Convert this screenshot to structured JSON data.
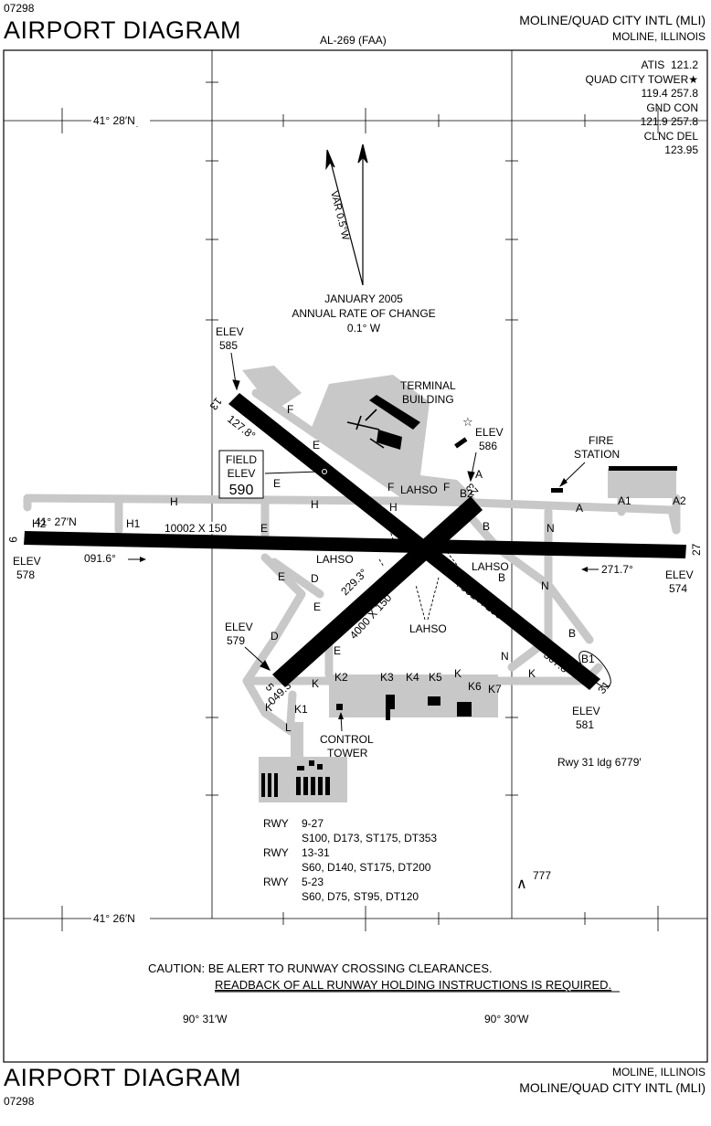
{
  "header": {
    "volume_id": "07298",
    "title": "AIRPORT DIAGRAM",
    "procedure_id": "AL-269 (FAA)",
    "airport_name": "MOLINE/QUAD CITY INTL",
    "airport_code": "(MLI)",
    "city_state": "MOLINE, ILLINOIS"
  },
  "frequencies": {
    "atis_label": "ATIS",
    "atis_freq": "121.2",
    "tower_label": "QUAD CITY TOWER",
    "tower_freq": "119.4  257.8",
    "gnd_label": "GND CON",
    "gnd_freq": "121.9  257.8",
    "clnc_label": "CLNC DEL",
    "clnc_freq": "123.95"
  },
  "grid": {
    "lat_top": "41° 28′N",
    "lat_mid": "41° 27′N",
    "lat_bottom": "41° 26′N",
    "lon_left": "90° 31′W",
    "lon_right": "90° 30′W"
  },
  "magnetic": {
    "variation": "VAR 0.5°W",
    "epoch": "JANUARY 2005",
    "annual_rate_label": "ANNUAL RATE OF CHANGE",
    "annual_rate": "0.1°  W"
  },
  "field_elev": {
    "label1": "FIELD",
    "label2": "ELEV",
    "value": "590"
  },
  "runways": {
    "r9_label": "9",
    "r27_label": "27",
    "r13_label": "13",
    "r31_label": "31",
    "r5_label": "5",
    "r23_label": "23",
    "r9_27_dims": "10002 X 150",
    "r13_31_dims": "7001 X 150",
    "r5_23_dims": "4000 X 150",
    "hdg_9": "091.6°",
    "hdg_27": "271.7°",
    "hdg_5": "049.3°",
    "hdg_23": "229.3°",
    "hdg_13": "127.8°",
    "hdg_31": "307.8°",
    "ldg_31": "Rwy 31 ldg 6779′"
  },
  "elevations": {
    "elev_label": "ELEV",
    "e9": "578",
    "e27": "574",
    "e13": "585",
    "e31": "581",
    "e5": "579",
    "e23": "586"
  },
  "taxiways": {
    "A": "A",
    "A1": "A1",
    "A2": "A2",
    "B": "B",
    "B1": "B1",
    "B2": "B2",
    "D": "D",
    "E": "E",
    "F": "F",
    "H": "H",
    "H1": "H1",
    "H2": "H2",
    "K": "K",
    "K1": "K1",
    "K2": "K2",
    "K3": "K3",
    "K4": "K4",
    "K5": "K5",
    "K6": "K6",
    "K7": "K7",
    "L": "L",
    "N": "N"
  },
  "facilities": {
    "terminal": "TERMINAL",
    "terminal2": "BUILDING",
    "fire": "FIRE",
    "fire2": "STATION",
    "control": "CONTROL",
    "control2": "TOWER",
    "lahso": "LAHSO"
  },
  "obstacle": "777",
  "bearing_strength": {
    "rwy_label": "RWY",
    "r1_id": "9-27",
    "r1_vals": "S100, D173, ST175, DT353",
    "r2_id": "13-31",
    "r2_vals": "S60, D140, ST175, DT200",
    "r3_id": "5-23",
    "r3_vals": "S60, D75, ST95, DT120"
  },
  "caution": {
    "line1": "CAUTION: BE ALERT TO RUNWAY CROSSING CLEARANCES.",
    "line2": "READBACK OF ALL RUNWAY HOLDING INSTRUCTIONS IS REQUIRED."
  },
  "footer": {
    "title": "AIRPORT DIAGRAM",
    "volume_id": "07298",
    "city_state": "MOLINE, ILLINOIS",
    "airport_name": "MOLINE/QUAD CITY INTL",
    "airport_code": "(MLI)"
  }
}
